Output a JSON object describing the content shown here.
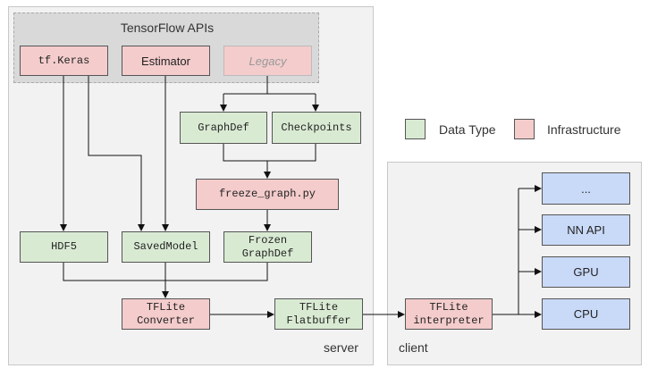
{
  "groups": {
    "server": "server",
    "client": "client",
    "tf_apis": "TensorFlow APIs"
  },
  "nodes": {
    "tf_keras": "tf.Keras",
    "estimator": "Estimator",
    "legacy": "Legacy",
    "graphdef": "GraphDef",
    "checkpoints": "Checkpoints",
    "freeze_graph": "freeze_graph.py",
    "hdf5": "HDF5",
    "savedmodel": "SavedModel",
    "frozen_graphdef": "Frozen\nGraphDef",
    "tflite_converter": "TFLite\nConverter",
    "tflite_flatbuffer": "TFLite\nFlatbuffer",
    "tflite_interpreter": "TFLite\ninterpreter",
    "ellipsis": "...",
    "nn_api": "NN API",
    "gpu": "GPU",
    "cpu": "CPU"
  },
  "legend": {
    "data_type": "Data Type",
    "infrastructure": "Infrastructure"
  },
  "colors": {
    "infrastructure": "#f4cccc",
    "data_type": "#d9ead3",
    "hardware": "#c9daf8"
  }
}
